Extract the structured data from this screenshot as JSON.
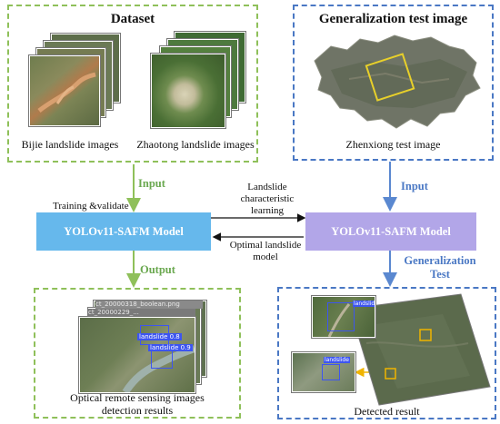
{
  "dataset_panel": {
    "title": "Dataset",
    "caption_left": "Bijie landslide images",
    "caption_right": "Zhaotong landslide images"
  },
  "generalization_panel": {
    "title": "Generalization test image",
    "caption": "Zhenxiong test image"
  },
  "output_panel": {
    "caption_line1": "Optical remote sensing images",
    "caption_line2": "detection results",
    "file_labels": [
      "ct_20000318_boolean.png",
      "ct_20000229_..."
    ],
    "detections": [
      "landslide 0.8",
      "landslide 0.9"
    ]
  },
  "detected_panel": {
    "caption": "Detected result",
    "labels": [
      "landslide",
      "landslide"
    ]
  },
  "flow": {
    "input_left": "Input",
    "input_right": "Input",
    "output": "Output",
    "generalization_line1": "Generalization",
    "generalization_line2": "Test",
    "training": "Training &validate",
    "learning_line1": "Landslide",
    "learning_line2": "characteristic",
    "learning_line3": "learning",
    "optimal_line1": "Optimal landslide",
    "optimal_line2": "model"
  },
  "models": {
    "left": "YOLOv11-SAFM Model",
    "right": "YOLOv11-SAFM Model"
  },
  "colors": {
    "green_border": "#8fc05a",
    "blue_border": "#4a78c4",
    "model_left": "#66b8ec",
    "model_right": "#b2a6e8",
    "connector": "#f0b400"
  }
}
